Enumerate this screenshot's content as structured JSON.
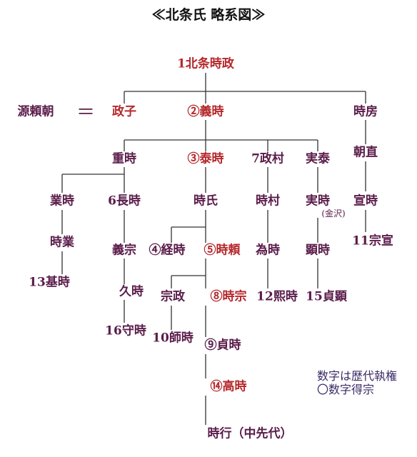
{
  "title": "≪北条氏 略系図≫",
  "colors": {
    "line": "#333333",
    "regent": "#5a1c4a",
    "tokuso": "#b5282c",
    "note": "#3a2a66"
  },
  "nodes": {
    "tokimasa": "1北条時政",
    "yoritomo": "源頼朝",
    "marriage": "＝",
    "masako": "政子",
    "yoshitoki": "②義時",
    "tokifusa": "時房",
    "shigetoki": "重時",
    "yasutoki": "③泰時",
    "masamura": "7政村",
    "sanetoki_a": "実泰",
    "tomonao": "朝直",
    "naritoki": "業時",
    "nagatoki": "6長時",
    "tokiuji": "時氏",
    "tokimura": "時村",
    "sanetoki_b": "実時",
    "kanazawa": "(金沢)",
    "nobutoki": "宣時",
    "tokinari": "時業",
    "yoshimune": "義宗",
    "tsunetoki": "④経時",
    "tokiyori": "⑤時頼",
    "tametoki": "為時",
    "akitoki": "顕時",
    "munenobu": "11宗宣",
    "mototoki": "13基時",
    "hisatoki": "久時",
    "munemasa": "宗政",
    "tokimune": "⑧時宗",
    "hirotoki": "12熙時",
    "sadaaki": "15貞顕",
    "moritoki": "16守時",
    "morotoki": "10師時",
    "sadatoki": "⑨貞時",
    "takatoki": "⑭高時",
    "tokiyuki": "時行（中先代）"
  },
  "legend": {
    "line1": "数字は歴代執権",
    "line2": "〇数字得宗"
  }
}
